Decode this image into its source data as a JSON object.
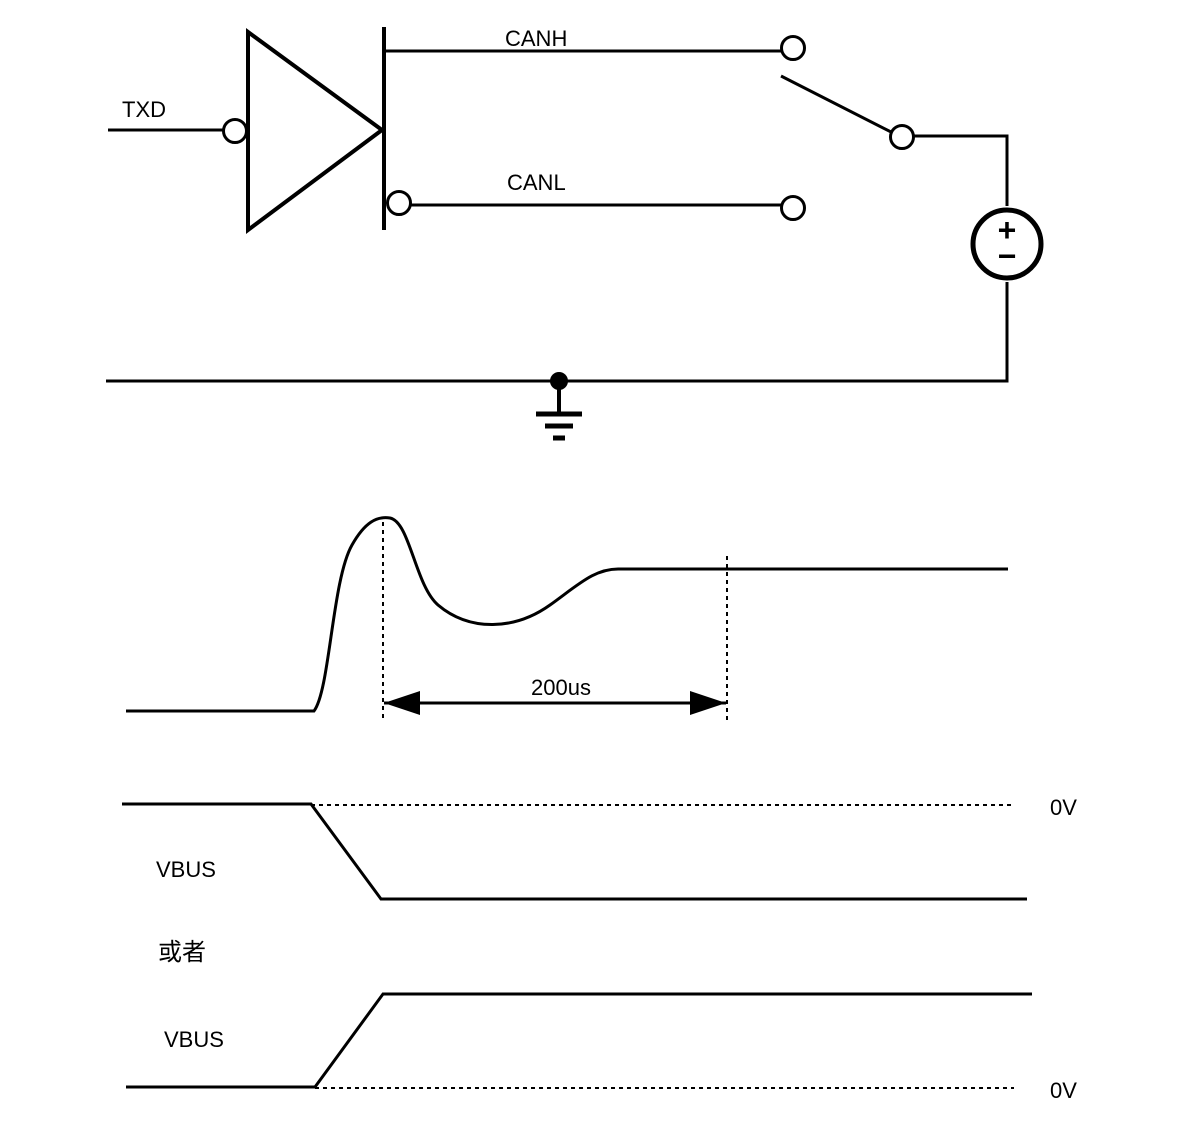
{
  "circuit": {
    "txd_label": "TXD",
    "canh_label": "CANH",
    "canl_label": "CANL",
    "source_plus": "+",
    "source_minus": "−"
  },
  "response": {
    "duration_label": "200us"
  },
  "vbus": {
    "top_label": "VBUS",
    "top_zero_label": "0V",
    "or_label": "或者",
    "bottom_label": "VBUS",
    "bottom_zero_label": "0V"
  }
}
